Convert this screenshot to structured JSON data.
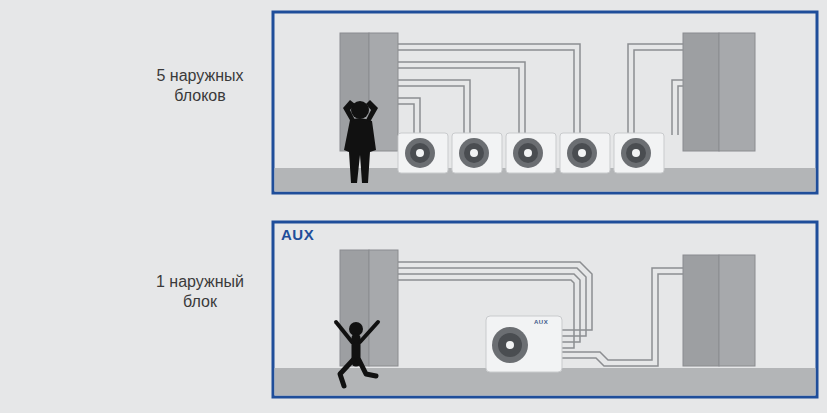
{
  "diagram": {
    "labels": [
      "5 наружных блоков",
      "1 наружный блок",
      "AUX",
      "AUX"
    ]
  }
}
